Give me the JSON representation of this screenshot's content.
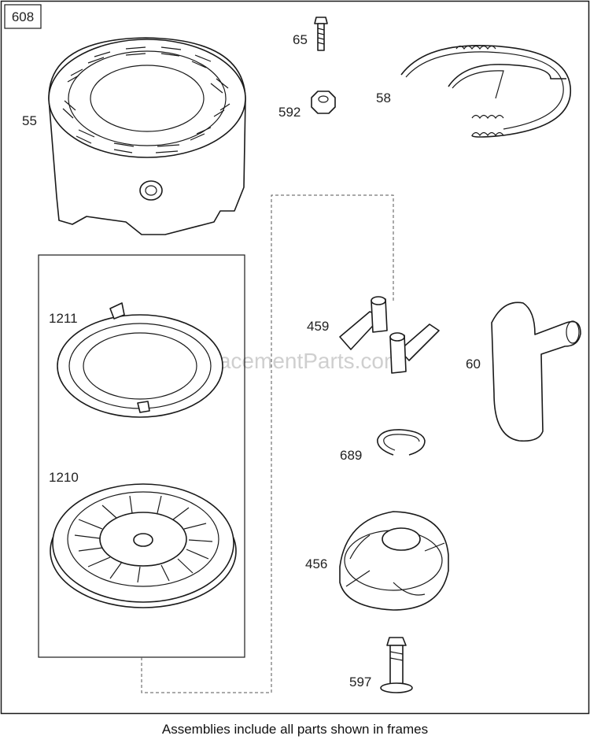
{
  "diagram_id": "608",
  "watermark": "eReplacementParts.com",
  "caption": "Assemblies include all parts shown in frames",
  "callouts": {
    "p55": "55",
    "p65": "65",
    "p592": "592",
    "p58": "58",
    "p1211": "1211",
    "p1210": "1210",
    "p459": "459",
    "p60": "60",
    "p689": "689",
    "p456": "456",
    "p597": "597"
  },
  "colors": {
    "line": "#1a1a1a",
    "fill": "#ffffff",
    "watermark": "#cfcfcf"
  }
}
